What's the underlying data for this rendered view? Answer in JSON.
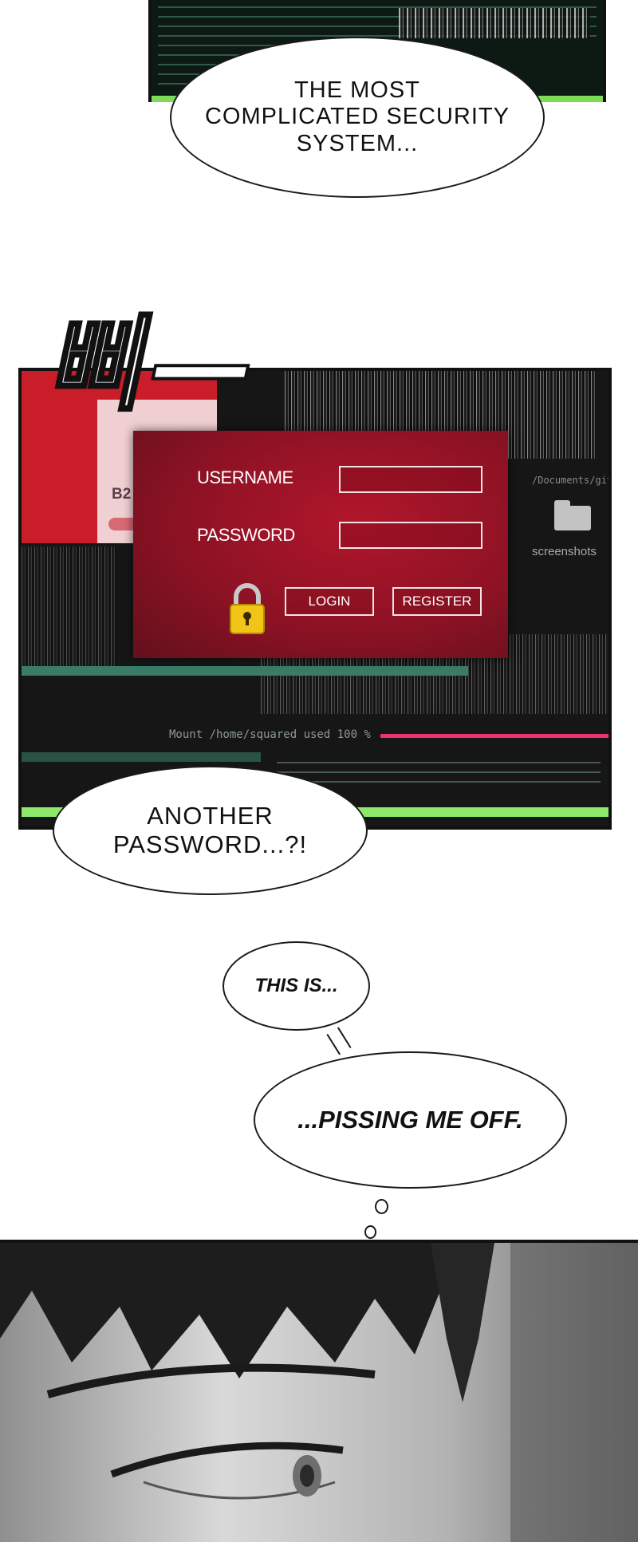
{
  "top_bubble": {
    "text": "THE MOST\nCOMPLICATED SECURITY\nSYSTEM..."
  },
  "sound_effect": "삐—",
  "login_panel": {
    "tag": "B2",
    "username_label": "USERNAME",
    "password_label": "PASSWORD",
    "login_button": "LOGIN",
    "register_button": "REGISTER",
    "folder_label": "screenshots",
    "path_text": "/Documents/git/hors",
    "mount_text": "Mount /home/squared used 100 %",
    "accent_color": "#c91d2a",
    "icons": [
      "lock-icon",
      "folder-icon"
    ]
  },
  "password_bubble": {
    "text": "ANOTHER\nPASSWORD...?!"
  },
  "this_bubble": {
    "text": "THIS IS..."
  },
  "angry_bubble": {
    "text": "...PISSING ME OFF."
  }
}
